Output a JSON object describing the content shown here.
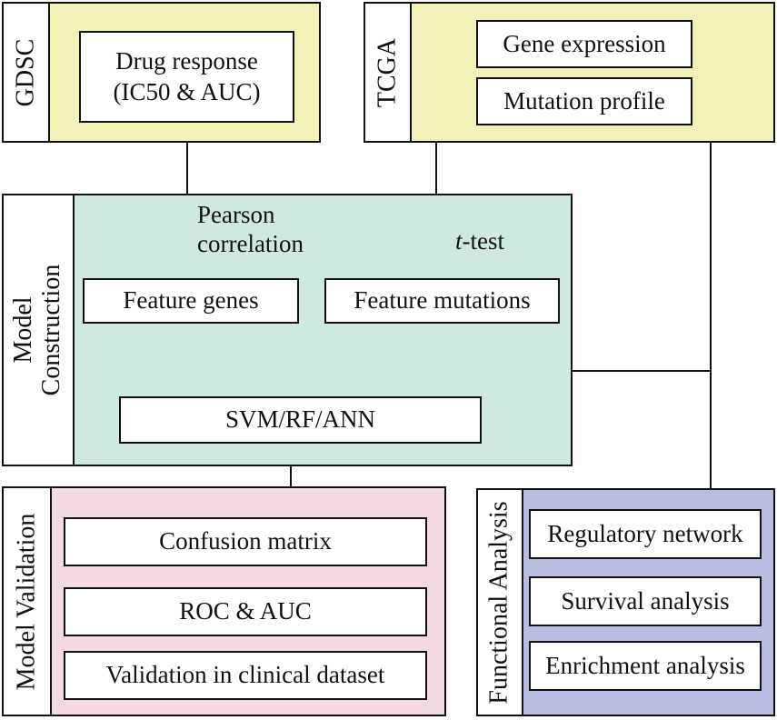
{
  "colors": {
    "gdsc_fill": "#f2f1b8",
    "tcga_fill": "#f2f1b8",
    "model_construction_fill": "#cfe9de",
    "model_validation_fill": "#f2d9e4",
    "functional_analysis_fill": "#b9bde3",
    "line": "#111111"
  },
  "gdsc": {
    "label": "GDSC",
    "box_line1": "Drug response",
    "box_line2": "(IC50 & AUC)"
  },
  "tcga": {
    "label": "TCGA",
    "boxes": [
      "Gene expression",
      "Mutation profile"
    ]
  },
  "model_construction": {
    "label_line1": "Model",
    "label_line2": "Construction",
    "pearson_line1": "Pearson",
    "pearson_line2": "correlation",
    "ttest_italic": "t",
    "ttest_rest": "-test",
    "feature_genes": "Feature genes",
    "feature_mutations": "Feature mutations",
    "classifier": "SVM/RF/ANN"
  },
  "model_validation": {
    "label": "Model Validation",
    "boxes": [
      "Confusion matrix",
      "ROC & AUC",
      "Validation in clinical dataset"
    ]
  },
  "functional_analysis": {
    "label": "Functional Analysis",
    "boxes": [
      "Regulatory network",
      "Survival analysis",
      "Enrichment analysis"
    ]
  }
}
